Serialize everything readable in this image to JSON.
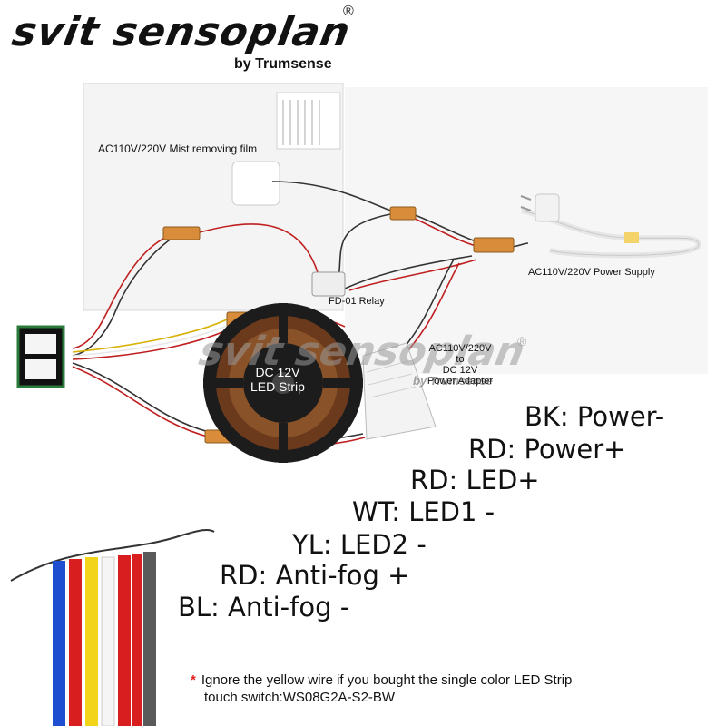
{
  "brand": {
    "name": "svit sensoplan",
    "registered_mark": "®",
    "subtitle": "by Trumsense"
  },
  "watermark": {
    "name": "svit sensoplan",
    "registered_mark": "®",
    "subtitle": "by Trumsense"
  },
  "components": {
    "film_label": "AC110V/220V Mist removing film",
    "relay_label": "FD-01 Relay",
    "power_supply_label": "AC110V/220V Power Supply",
    "adapter_label": [
      "AC110V/220V",
      "to",
      "DC 12V",
      "Power Adapter"
    ],
    "led_strip_label": [
      "DC 12V",
      "LED Strip"
    ]
  },
  "wire_legend": [
    {
      "code": "BK",
      "function": "Power-",
      "text": "BK: Power-"
    },
    {
      "code": "RD",
      "function": "Power+",
      "text": "RD: Power+"
    },
    {
      "code": "RD",
      "function": "LED+",
      "text": "RD: LED+"
    },
    {
      "code": "WT",
      "function": "LED1 -",
      "text": "WT: LED1 -"
    },
    {
      "code": "YL",
      "function": "LED2 -",
      "text": "YL: LED2 -"
    },
    {
      "code": "RD",
      "function": "Anti-fog +",
      "text": "RD: Anti-fog +"
    },
    {
      "code": "BL",
      "function": "Anti-fog -",
      "text": "BL: Anti-fog -"
    }
  ],
  "ribbon_colors": [
    "#1f4fd0",
    "#d81e1e",
    "#f2d51a",
    "#f5f5f5",
    "#d81e1e",
    "#d81e1e",
    "#5a5a5a"
  ],
  "footnote": {
    "marker": "*",
    "line1": "Ignore the yellow wire if you bought the single color LED Strip",
    "line2": "touch switch:WS08G2A-S2-BW"
  }
}
